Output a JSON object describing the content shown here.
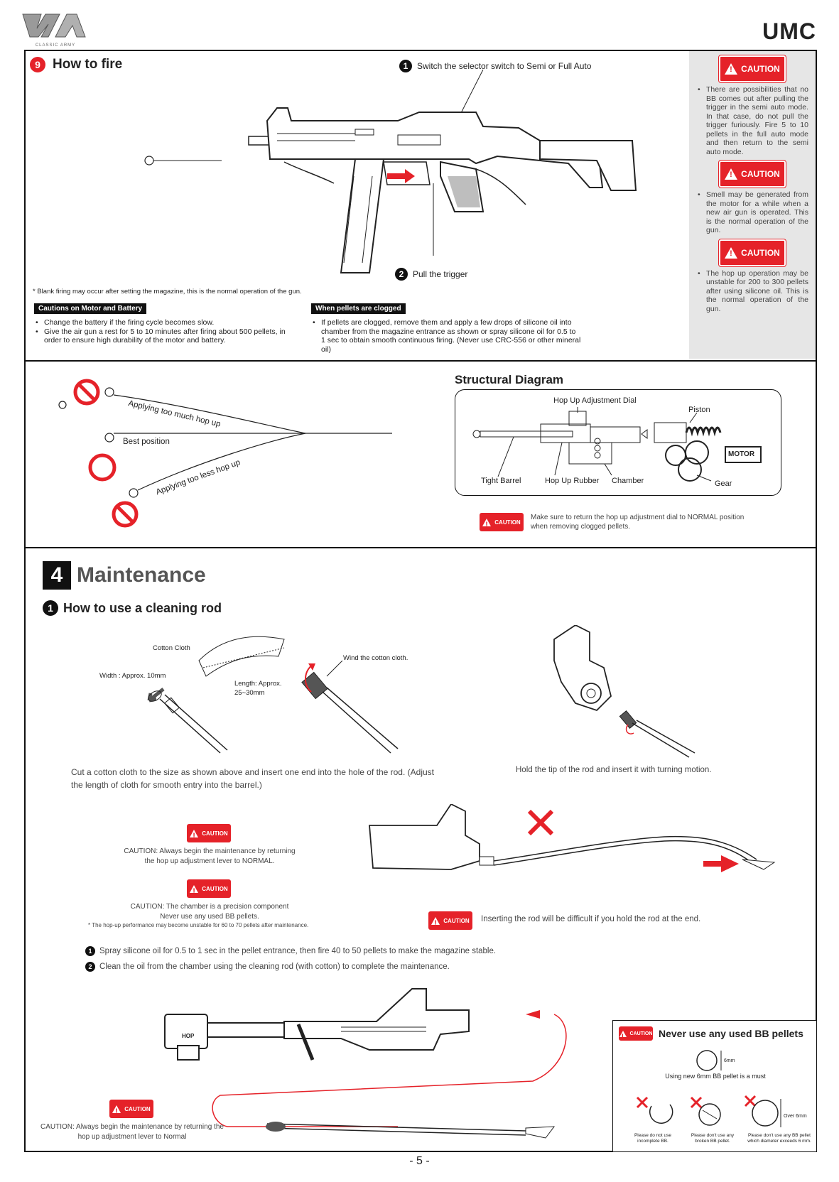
{
  "header": {
    "brand": "CLASSIC ARMY",
    "model": "UMC"
  },
  "fire": {
    "step_num": "9",
    "title": "How to fire",
    "callout1_num": "1",
    "callout1": "Switch the selector switch to Semi or Full Auto",
    "callout2_num": "2",
    "callout2": "Pull the trigger",
    "blank_note": "* Blank firing may occur after setting the magazine, this is the normal operation of the gun.",
    "motor": {
      "heading": "Cautions on Motor and Battery",
      "items": [
        "Change the battery if the firing cycle becomes slow.",
        "Give the air gun a rest for 5 to 10 minutes after firing about 500 pellets, in order to ensure high durability of the motor and battery."
      ]
    },
    "clogged": {
      "heading": "When pellets are clogged",
      "items": [
        "If pellets are clogged, remove them and apply a few drops of silicone  oil into chamber from the magazine entrance as shown or spray silicone oil for 0.5 to 1 sec to obtain smooth continuous firing. (Never use CRC-556 or other mineral oil)"
      ]
    },
    "sidebar": [
      {
        "label": "CAUTION",
        "text": "There are possibilities that no BB comes out after pulling the trigger in the semi auto mode. In that case, do not pull the trigger furiously. Fire 5 to 10 pellets in the full auto mode and then return to the semi auto mode."
      },
      {
        "label": "CAUTION",
        "text": "Smell may be generated from the motor for a while when a new air gun is operated. This is the normal operation of the gun."
      },
      {
        "label": "CAUTION",
        "text": "The hop up operation may be unstable for 200 to 300 pellets after using silicone oil. This is the normal operation of the gun."
      }
    ]
  },
  "hopup": {
    "too_much": "Applying too much hop up",
    "best": "Best position",
    "too_less": "Applying too less hop up",
    "diagram_title": "Structural Diagram",
    "labels": {
      "dial": "Hop Up Adjustment Dial",
      "piston": "Piston",
      "motor": "MOTOR",
      "barrel": "Tight Barrel",
      "rubber": "Hop Up Rubber",
      "chamber": "Chamber",
      "gear": "Gear"
    },
    "caution_label": "CAUTION",
    "caution_text": "Make sure to return the hop up adjustment dial to NORMAL position when removing clogged pellets."
  },
  "maintenance": {
    "section_num": "4",
    "title": "Maintenance",
    "sub_num": "1",
    "subtitle": "How to use a cleaning rod",
    "cloth_label": "Cotton Cloth",
    "width_label": "Width : Approx. 10mm",
    "length_label": "Length: Approx. 25~30mm",
    "wind_label": "Wind the cotton cloth.",
    "cut_text": "Cut a cotton cloth to the size as shown above and insert one end into the hole of the rod. (Adjust the length of cloth for smooth entry into the barrel.)",
    "hold_text": "Hold the tip of the rod and insert it with turning motion.",
    "caution_label": "CAUTION",
    "caution1": "CAUTION: Always begin the maintenance by returning the hop up adjustment lever to NORMAL.",
    "caution2": "CAUTION: The chamber is a precision component Never use any used BB pellets.",
    "hop_note": "* The hop-up performance may become unstable for 60 to 70 pellets after maintenance.",
    "rod_caution": "Inserting the rod will be difficult if you hold the rod at the end.",
    "steps": [
      {
        "num": "1",
        "text": "Spray silicone oil for 0.5 to 1 sec in the pellet entrance, then fire 40 to 50 pellets to make the magazine stable."
      },
      {
        "num": "2",
        "text": "Clean the oil from the chamber using the cleaning rod (with cotton) to complete the maintenance."
      }
    ],
    "hop_text": "HOP",
    "caution3": "CAUTION: Always begin the maintenance by returning the hop up adjustment lever to Normal"
  },
  "bb_box": {
    "title": "Never use any used BB pellets",
    "size": "6mm",
    "must": "Using new 6mm BB pellet is a must",
    "over": "Over 6mm",
    "notes": [
      "Please do not use incomplete BB.",
      "Please don't use any broken BB pellet.",
      "Please don't use any BB pellet which diameter exceeds 6 mm."
    ]
  },
  "page_number": "- 5 -"
}
